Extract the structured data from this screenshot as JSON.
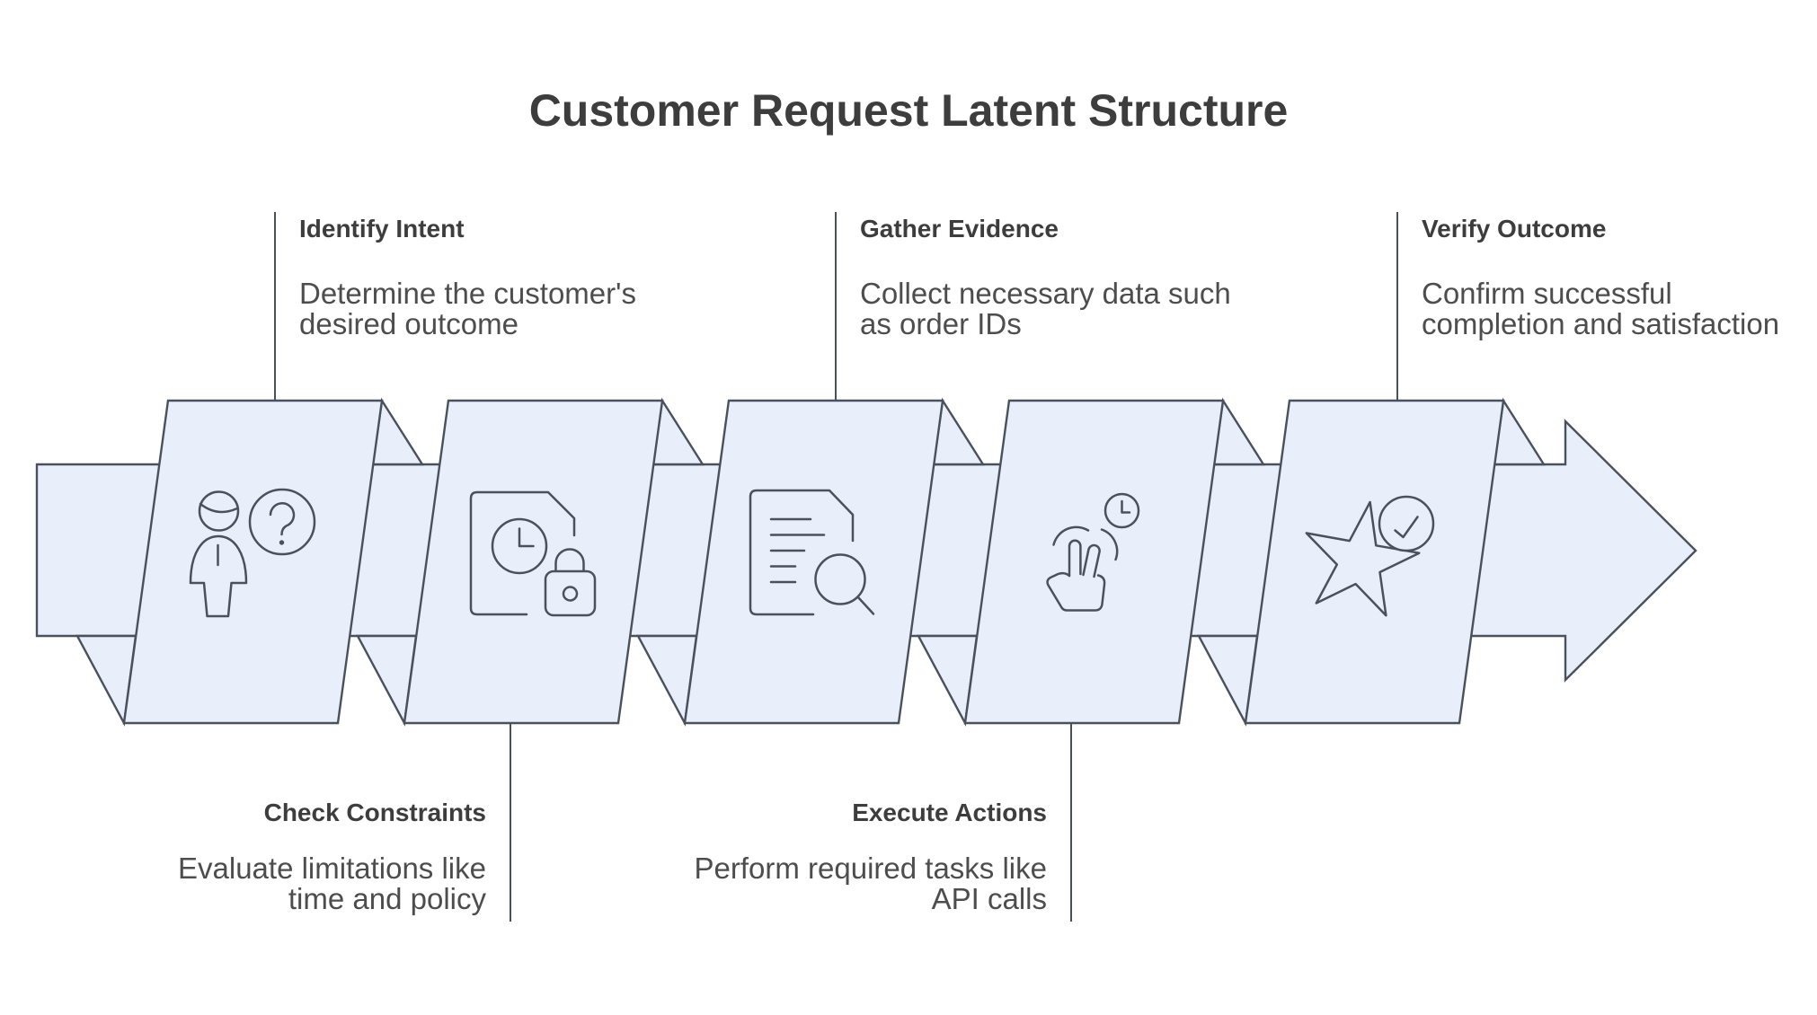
{
  "title": "Customer Request Latent Structure",
  "colors": {
    "shape_fill": "#e8eefa",
    "shape_stroke": "#4a505c",
    "icon_stroke": "#4a505c",
    "line_color": "#4b515c",
    "text_dark": "#3d3d3d",
    "text_body": "#4d4d4d"
  },
  "ribbon": {
    "direction": "right",
    "segment_count": 5
  },
  "steps": [
    {
      "id": "identify-intent",
      "label": "Identify Intent",
      "description": "Determine the customer's\ndesired outcome",
      "position": "top",
      "icon": "person-question-icon"
    },
    {
      "id": "check-constraints",
      "label": "Check Constraints",
      "description": "Evaluate limitations like\ntime and policy",
      "position": "bottom",
      "icon": "document-clock-lock-icon"
    },
    {
      "id": "gather-evidence",
      "label": "Gather Evidence",
      "description": "Collect necessary data such\nas order IDs",
      "position": "top",
      "icon": "document-search-icon"
    },
    {
      "id": "execute-actions",
      "label": "Execute Actions",
      "description": "Perform required tasks like\nAPI calls",
      "position": "bottom",
      "icon": "hand-gesture-clock-icon"
    },
    {
      "id": "verify-outcome",
      "label": "Verify Outcome",
      "description": "Confirm successful\ncompletion and satisfaction",
      "position": "top",
      "icon": "star-check-icon"
    }
  ]
}
